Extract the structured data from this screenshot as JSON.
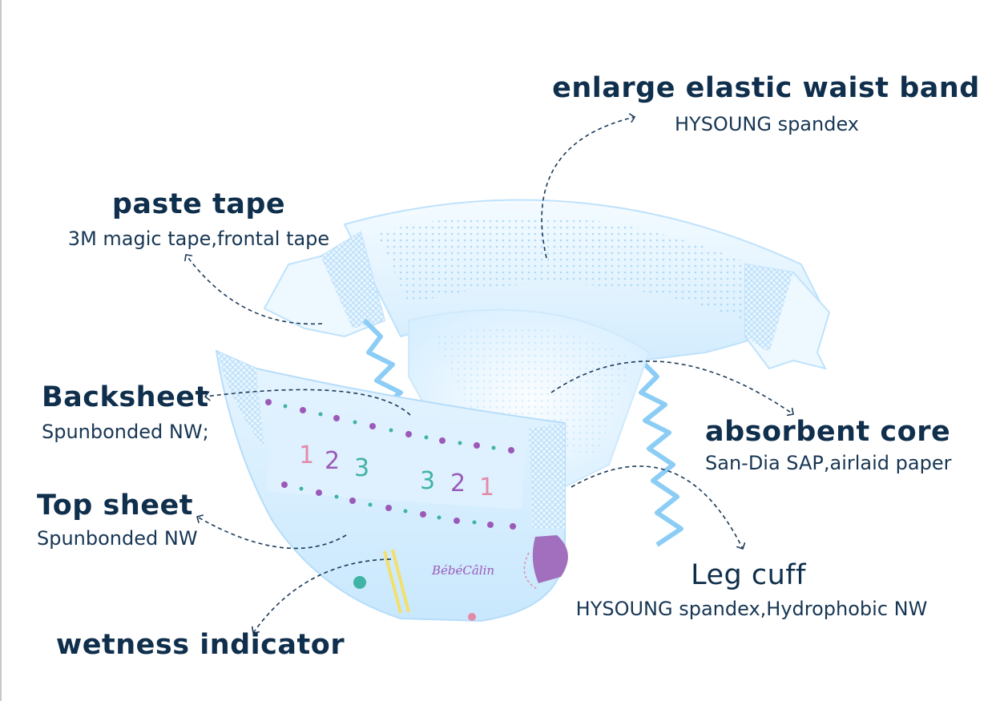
{
  "callouts": {
    "waist_band": {
      "title": "enlarge elastic waist band",
      "sub": "HYSOUNG spandex"
    },
    "paste_tape": {
      "title": "paste tape",
      "sub": "3M magic tape,frontal tape"
    },
    "backsheet": {
      "title": "Backsheet",
      "sub": "Spunbonded NW;"
    },
    "absorbent_core": {
      "title": "absorbent core",
      "sub": "San-Dia SAP,airlaid paper"
    },
    "top_sheet": {
      "title": "Top sheet",
      "sub": "Spunbonded NW"
    },
    "leg_cuff": {
      "title": "Leg cuff",
      "sub": "HYSOUNG spandex,Hydrophobic NW"
    },
    "wetness_indicator": {
      "title": "wetness indicator"
    }
  },
  "diaper": {
    "numbers_left": [
      "1",
      "2",
      "3"
    ],
    "numbers_right": [
      "3",
      "2",
      "1"
    ],
    "brand": "BébéCâlin"
  },
  "colors": {
    "text": "#0f2f4c",
    "arrow": "#1c3a58",
    "diaper_blue": "#cfeafd",
    "pattern_purple": "#9b5ab8",
    "indicator_yellow": "#f3e06a"
  }
}
